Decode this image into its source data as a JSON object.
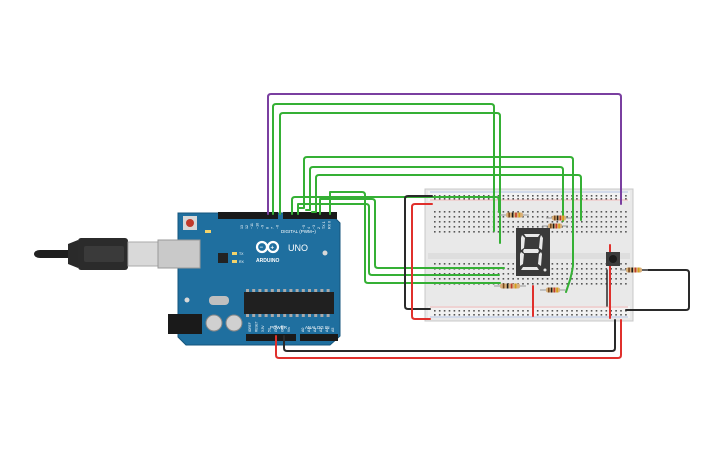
{
  "arduino": {
    "brand": "ARDUINO",
    "model": "UNO",
    "digital_header_label": "DIGITAL (PWM~)",
    "power_label": "POWER",
    "analog_label": "ANALOG IN",
    "tx_label": "TX",
    "rx_label": "RX",
    "digital_pins": [
      "13",
      "12",
      "~11",
      "~10",
      "~9",
      "8",
      "7",
      "~6",
      "~5",
      "4",
      "~3",
      "2",
      "TX 1",
      "RX 0"
    ],
    "power_pins": [
      "IOREF",
      "RESET",
      "3.3V",
      "5V",
      "GND",
      "GND",
      "Vin"
    ],
    "analog_pins": [
      "A0",
      "A1",
      "A2",
      "A3",
      "A4",
      "A5"
    ]
  },
  "colors": {
    "board": "#1f6f9f",
    "wire_purple": "#7a3fa0",
    "wire_green": "#35b035",
    "wire_red": "#e0302c",
    "wire_black": "#2a2a2a",
    "breadboard": "#e9e9e9",
    "display": "#3a3a3a",
    "segment": "#e8e8e8"
  },
  "icons": {
    "usb": "usb-cable-icon",
    "logo": "infinity-logo-icon",
    "display": "seven-segment-display-icon",
    "button": "pushbutton-icon"
  }
}
